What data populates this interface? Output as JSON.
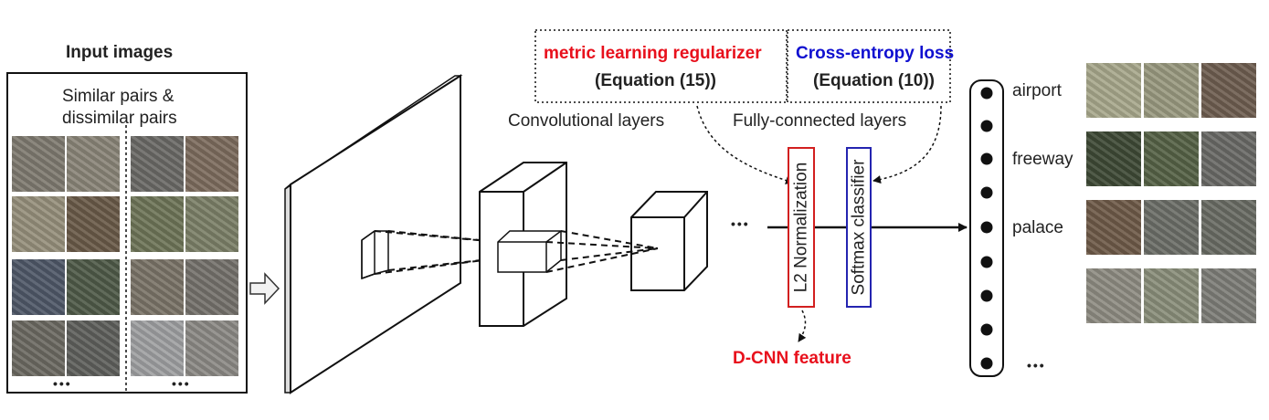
{
  "input_panel": {
    "title": "Input images",
    "subtitle_line1": "Similar pairs &",
    "subtitle_line2": "dissimilar pairs",
    "more": "•••"
  },
  "conv_label": "Convolutional layers",
  "fc_label": "Fully-connected layers",
  "ellipsis": "•••",
  "metric_box": {
    "title": "metric learning regularizer",
    "equation": "(Equation (15))",
    "color": "#e8101c"
  },
  "ce_box": {
    "title": "Cross-entropy loss",
    "equation": "(Equation (10))",
    "color": "#1010d0"
  },
  "l2_label": "L2 Normalization",
  "l2_color": "#d21f1f",
  "softmax_label": "Softmax classifier",
  "softmax_color": "#2424b0",
  "dcnn_feature": "D-CNN feature",
  "classes": [
    "airport",
    "freeway",
    "palace"
  ],
  "output_more": "•••",
  "input_tile_colors": [
    [
      "#7f7a70",
      "#8a8578",
      "#6b6a66",
      "#7d6c5e"
    ],
    [
      "#96907c",
      "#6a5a48",
      "#6e7558",
      "#7c8068"
    ],
    [
      "#4f5868",
      "#4f5a48",
      "#7b7468",
      "#75726c"
    ],
    [
      "#6c6a62",
      "#5f605c",
      "#9fa0a2",
      "#8c8a86"
    ]
  ],
  "output_tile_colors": [
    [
      "#a8a88c",
      "#9a9a80",
      "#6e5e50"
    ],
    [
      "#3e4a36",
      "#566246",
      "#6a6a66"
    ],
    [
      "#6e5a48",
      "#6c6e68",
      "#6a6c64"
    ],
    [
      "#8e8c82",
      "#8a8e7a",
      "#7e7e78"
    ]
  ]
}
